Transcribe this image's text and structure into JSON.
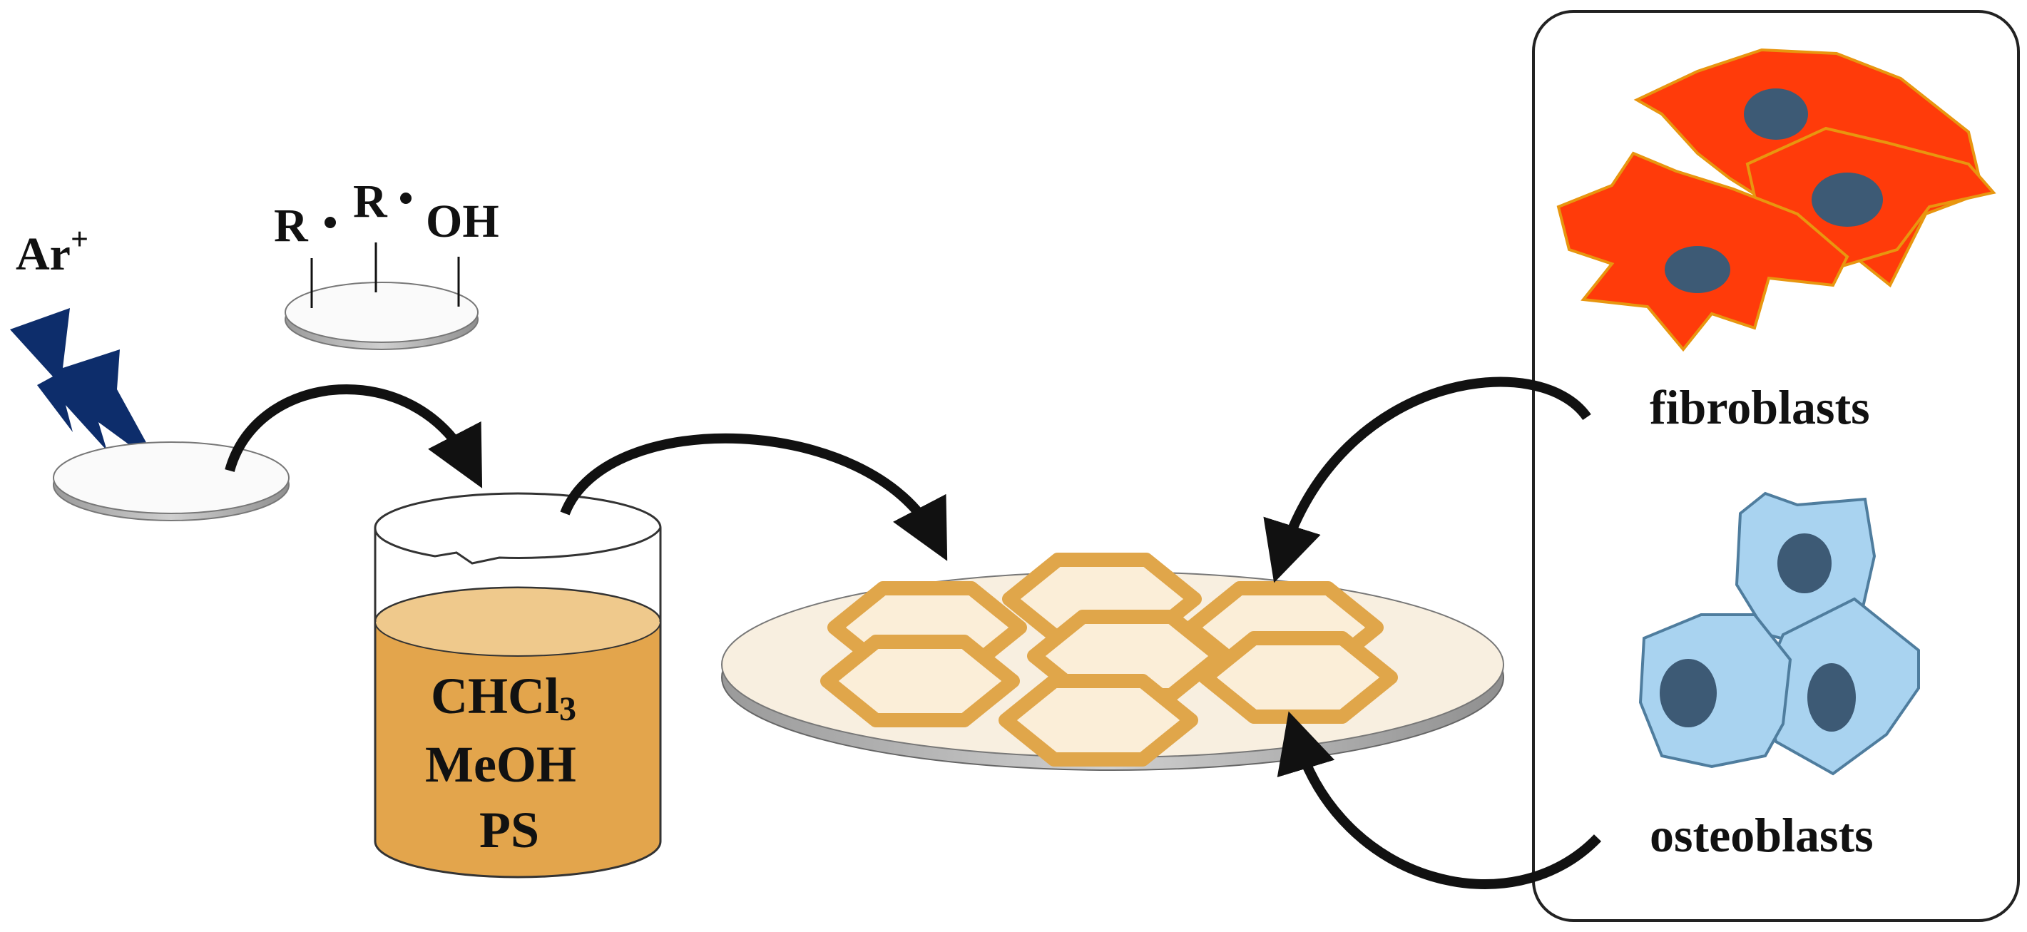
{
  "labels": {
    "ion": "Ar",
    "ion_charge": "+",
    "radical_1": "R",
    "radical_2": "R",
    "hydroxyl": "OH",
    "beaker_line_1": "CHCl",
    "beaker_line_1_subscript": "3",
    "beaker_line_2": "MeOH",
    "beaker_line_3": "PS",
    "cell_type_1": "fibroblasts",
    "cell_type_2": "osteoblasts"
  },
  "colors": {
    "lightning": "#0d2d6b",
    "solution": "#e3a54c",
    "solution_top": "#efc98c",
    "honeycomb": "#e0a64a",
    "dish_fill": "#f8efe0",
    "fibroblast": "#ff3b0a",
    "osteoblast": "#a9d3f0",
    "nucleus": "#3d5a75",
    "arrow": "#111111"
  }
}
